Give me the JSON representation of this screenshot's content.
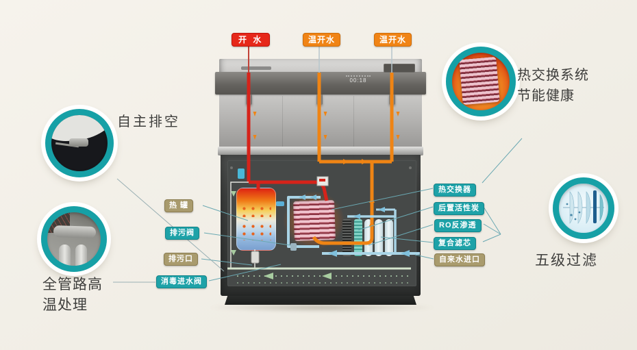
{
  "colors": {
    "teal_accent": "#16a0a6",
    "khaki_label": "#a99b6d",
    "red_label": "#e6281a",
    "orange_label": "#f08416",
    "pipe_red": "#d6231a",
    "pipe_orange": "#ef8414",
    "pipe_blue": "#a9d4e6",
    "pipe_green": "#d4e4cc"
  },
  "spout_labels": [
    {
      "text": "开 水"
    },
    {
      "text": "温开水"
    },
    {
      "text": "温开水"
    }
  ],
  "machine": {
    "display_time": "00:18"
  },
  "part_labels": {
    "left": [
      {
        "text": "热 罐"
      },
      {
        "text": "排污阀"
      },
      {
        "text": "排污口"
      },
      {
        "text": "消毒进水阀"
      }
    ],
    "right": [
      {
        "text": "热交换器"
      },
      {
        "text": "后置活性炭"
      },
      {
        "text": "RO反渗透"
      },
      {
        "text": "复合滤芯"
      },
      {
        "text": "自来水进口"
      }
    ]
  },
  "callouts": {
    "self_drain": {
      "label": "自主排空"
    },
    "full_pipe_high_temp": {
      "line1": "全管路高",
      "line2": "温处理"
    },
    "heat_exchange": {
      "line1": "热交换系统",
      "line2": "节能健康"
    },
    "five_stage_filter": {
      "label": "五级过滤"
    }
  }
}
